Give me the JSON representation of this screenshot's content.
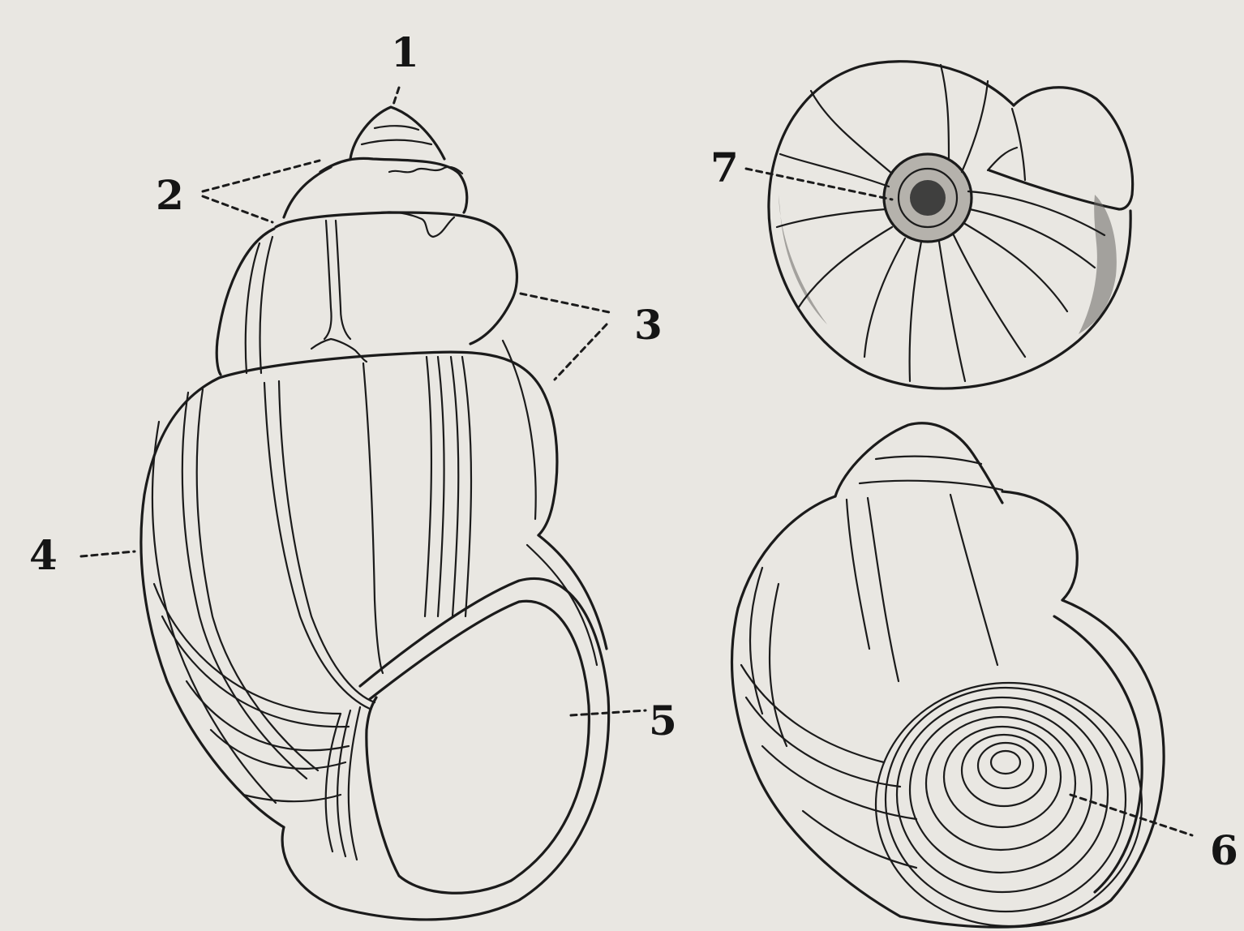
{
  "figure": {
    "labels": {
      "l1": "1",
      "l2": "2",
      "l3": "3",
      "l4": "4",
      "l5": "5",
      "l6": "6",
      "l7": "7"
    },
    "colors": {
      "ink": "#1b1b1b",
      "paper": "#e9e7e2"
    }
  }
}
